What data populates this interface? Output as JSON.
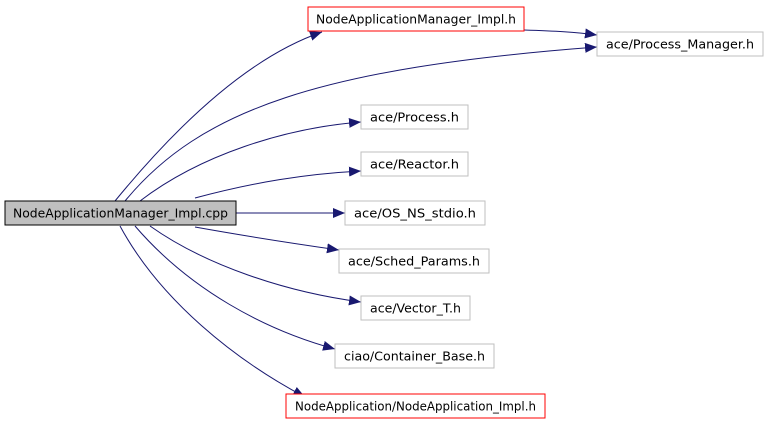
{
  "diagram": {
    "root": {
      "label": "NodeApplicationManager_Impl.cpp",
      "fill": "#bfbfbf",
      "border": "#000000"
    },
    "nodes": [
      {
        "id": "nam_impl_h",
        "label": "NodeApplicationManager_Impl.h",
        "border": "#ff0000",
        "link": true
      },
      {
        "id": "process_manager_h",
        "label": "ace/Process_Manager.h",
        "border": "#bfbfbf",
        "link": false
      },
      {
        "id": "process_h",
        "label": "ace/Process.h",
        "border": "#bfbfbf",
        "link": false
      },
      {
        "id": "reactor_h",
        "label": "ace/Reactor.h",
        "border": "#bfbfbf",
        "link": false
      },
      {
        "id": "os_ns_stdio_h",
        "label": "ace/OS_NS_stdio.h",
        "border": "#bfbfbf",
        "link": false
      },
      {
        "id": "sched_params_h",
        "label": "ace/Sched_Params.h",
        "border": "#bfbfbf",
        "link": false
      },
      {
        "id": "vector_t_h",
        "label": "ace/Vector_T.h",
        "border": "#bfbfbf",
        "link": false
      },
      {
        "id": "container_base_h",
        "label": "ciao/Container_Base.h",
        "border": "#bfbfbf",
        "link": false
      },
      {
        "id": "node_app_impl_h",
        "label": "NodeApplication/NodeApplication_Impl.h",
        "border": "#ff0000",
        "link": true
      }
    ],
    "edges": [
      {
        "from": "root",
        "to": "nam_impl_h"
      },
      {
        "from": "root",
        "to": "process_manager_h"
      },
      {
        "from": "nam_impl_h",
        "to": "process_manager_h"
      },
      {
        "from": "root",
        "to": "process_h"
      },
      {
        "from": "root",
        "to": "reactor_h"
      },
      {
        "from": "root",
        "to": "os_ns_stdio_h"
      },
      {
        "from": "root",
        "to": "sched_params_h"
      },
      {
        "from": "root",
        "to": "vector_t_h"
      },
      {
        "from": "root",
        "to": "container_base_h"
      },
      {
        "from": "root",
        "to": "node_app_impl_h"
      }
    ],
    "edge_color": "#191970"
  }
}
